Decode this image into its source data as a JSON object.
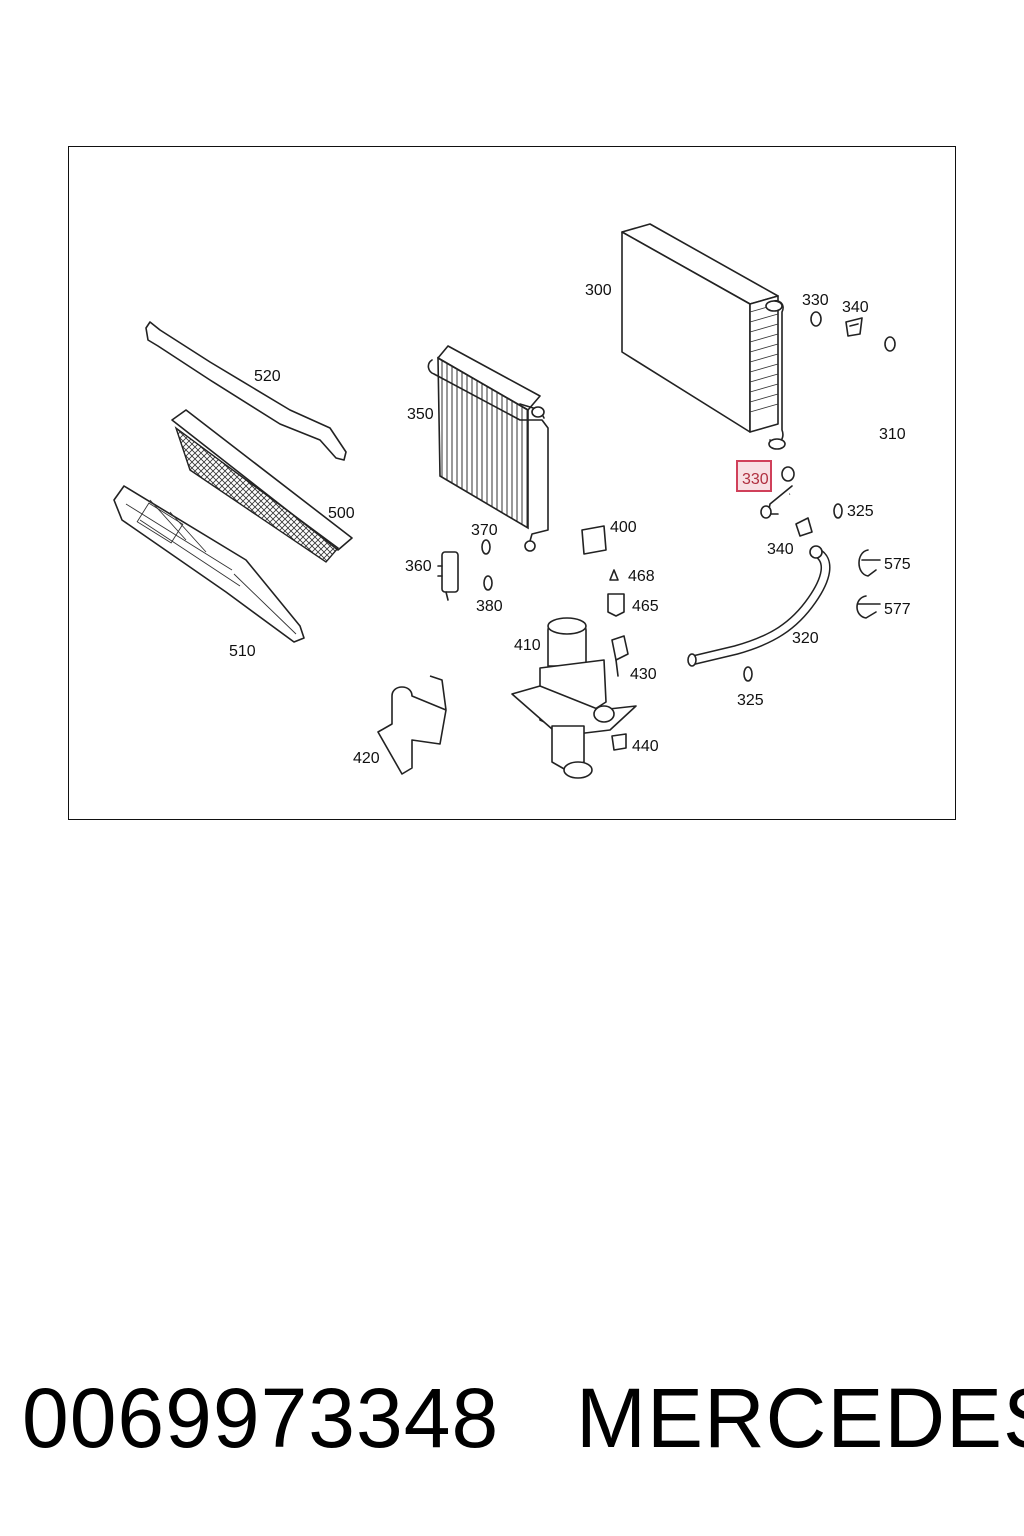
{
  "diagram": {
    "highlighted_part": "330",
    "labels": {
      "p300": "300",
      "p330a": "330",
      "p340a": "340",
      "p310": "310",
      "p520": "520",
      "p350": "350",
      "p500": "500",
      "p330b": "330",
      "p325a": "325",
      "p370": "370",
      "p400": "400",
      "p340b": "340",
      "p575": "575",
      "p360": "360",
      "p468": "468",
      "p380": "380",
      "p465": "465",
      "p577": "577",
      "p510": "510",
      "p410": "410",
      "p320": "320",
      "p430": "430",
      "p325b": "325",
      "p440": "440",
      "p420": "420"
    },
    "highlight_color": "#d0405a"
  },
  "caption": {
    "part_number": "0069973348",
    "brand": "MERCEDES"
  }
}
